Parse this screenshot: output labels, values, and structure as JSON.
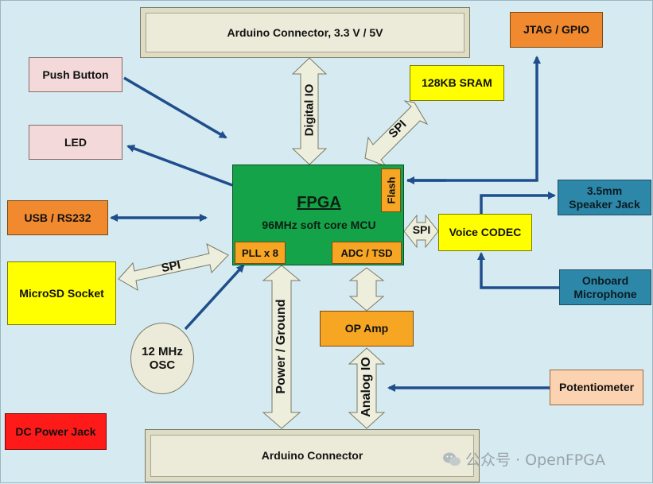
{
  "colors": {
    "arrow_blue": "#1f4e8c",
    "bus_fill": "#eeeedd",
    "fpga_green": "#15a34a"
  },
  "boxes": {
    "arduino_top": "Arduino Connector, 3.3 V / 5V",
    "arduino_bottom": "Arduino Connector",
    "push_button": "Push Button",
    "led": "LED",
    "usb": "USB / RS232",
    "microsd": "MicroSD Socket",
    "dc_jack": "DC Power Jack",
    "jtag": "JTAG / GPIO",
    "sram": "128KB SRAM",
    "speaker_line1": "3.5mm",
    "speaker_line2": "Speaker Jack",
    "voice_codec": "Voice CODEC",
    "mic_line1": "Onboard",
    "mic_line2": "Microphone",
    "op_amp": "OP Amp",
    "potentiometer": "Potentiometer",
    "osc_line1": "12 MHz",
    "osc_line2": "OSC"
  },
  "fpga": {
    "title": "FPGA",
    "subtitle": "96MHz soft core MCU",
    "flash": "Flash",
    "pll": "PLL x 8",
    "adc": "ADC / TSD"
  },
  "labels": {
    "digital_io": "Digital IO",
    "power_ground": "Power / Ground",
    "analog_io": "Analog IO",
    "spi_sram": "SPI",
    "spi_codec": "SPI",
    "spi_sd": "SPI"
  },
  "watermark": {
    "icon": "wechat-icon",
    "text": "公众号 · OpenFPGA"
  }
}
